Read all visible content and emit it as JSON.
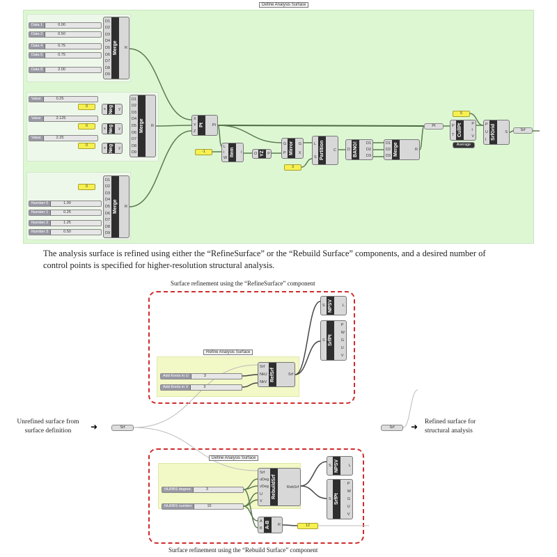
{
  "top": {
    "title": "Define Analysis Surface",
    "sliders1": [
      {
        "label": "Data 1",
        "value": "0.00"
      },
      {
        "label": "Data 2",
        "value": "0.50"
      },
      {
        "label": "Data 4",
        "value": "0.75"
      },
      {
        "label": "Data 5",
        "value": "0.75"
      },
      {
        "label": "Data 8",
        "value": "2.00"
      }
    ],
    "sliders2": [
      {
        "label": "Value",
        "value": "0.25"
      },
      {
        "label": "Value",
        "value": "2.125"
      },
      {
        "label": "Value",
        "value": "2.25"
      }
    ],
    "sliders3": [
      {
        "label": "Number 0",
        "value": "1.00"
      },
      {
        "label": "Number 1",
        "value": "0.25"
      },
      {
        "label": "Number 2",
        "value": "1.25"
      },
      {
        "label": "Number 3",
        "value": "0.50"
      }
    ],
    "zero_panel": "0",
    "panel_minus1": "-1",
    "panel_3": "3",
    "panel_5": "5",
    "param_pt": "Pt",
    "param_srf": "Srf",
    "cull_tag": "Average",
    "components": {
      "merge": "Merge",
      "neg": "Neg",
      "pt": "Pt",
      "item": "Item",
      "yz": "YZ",
      "mirror": "Mirror",
      "partition": "Partition",
      "bang": "BANG!",
      "cullpt": "CullPt",
      "srfgrid": "SrfGrid"
    }
  },
  "description": "The analysis surface is refined using either the “RefineSurface” or the “Rebuild Surface” components, and a desired number of control points is specified for higher-resolution structural analysis.",
  "refine": {
    "caption": "Surface refinement using the “RefineSurface” component",
    "group_title": "Refine Analysis Surface",
    "sliders": [
      {
        "label": "Add Knots in U",
        "value": "3"
      },
      {
        "label": "Add Knots in V",
        "value": "3"
      }
    ],
    "refsrf": "RefSrf",
    "npsv": "NPSV",
    "srfpt": "SrfPt"
  },
  "rebuild": {
    "caption": "Surface refinement using the “Rebuild Surface” component",
    "group_title": "Define Analysis Surface",
    "sliders": [
      {
        "label": "NURBS degree",
        "value": "3"
      },
      {
        "label": "NURBS number",
        "value": "15"
      }
    ],
    "rebuildsrf": "RebuildSrf",
    "ab": "A-B",
    "panel": "12",
    "npsv": "NPSV",
    "srfpt": "SrfPt"
  },
  "left_label": "Unrefined surface from surface definition",
  "right_label": "Refined surface for structural analysis",
  "srf_param": "Srf"
}
